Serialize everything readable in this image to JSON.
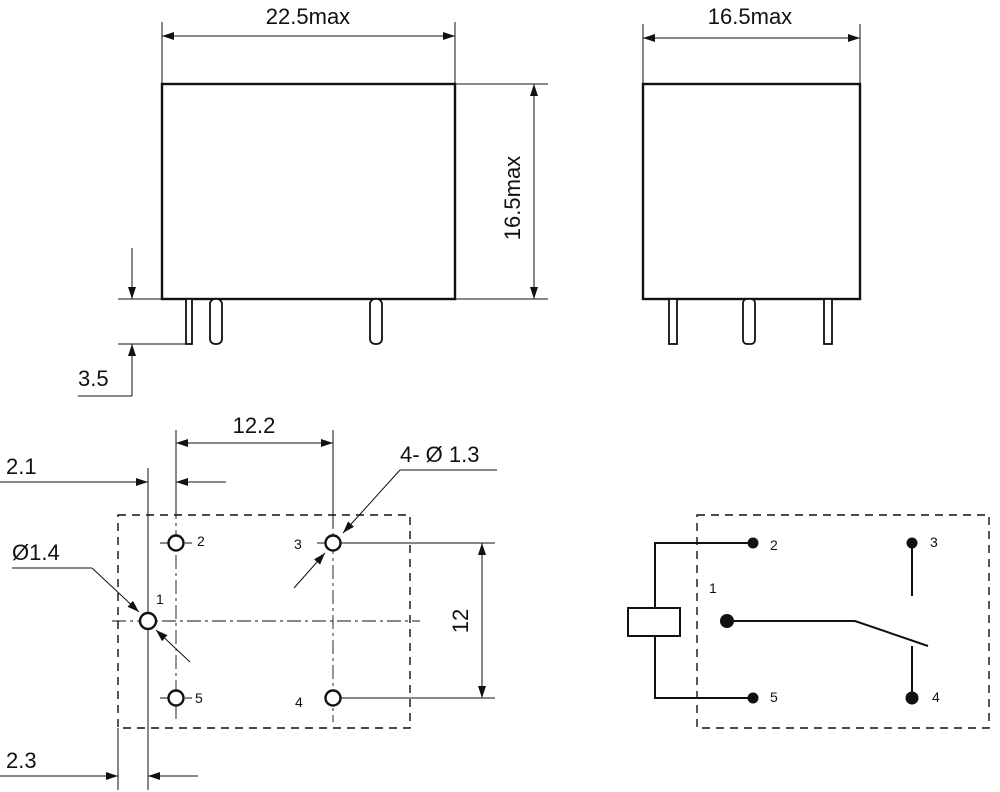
{
  "front_view": {
    "width_dim": "22.5max",
    "height_dim": "16.5max",
    "pin_dim": "3.5"
  },
  "side_view": {
    "width_dim": "16.5max"
  },
  "footprint": {
    "dim_pitch_x": "12.2",
    "dim_offset_top": "2.1",
    "dim_offset_bottom": "2.3",
    "dim_pitch_y": "12",
    "hole_callout": "4- Ø 1.3",
    "pin1_callout": "Ø1.4",
    "pins": [
      "1",
      "2",
      "3",
      "4",
      "5"
    ]
  },
  "schematic": {
    "pins": [
      "1",
      "2",
      "3",
      "4",
      "5"
    ]
  }
}
